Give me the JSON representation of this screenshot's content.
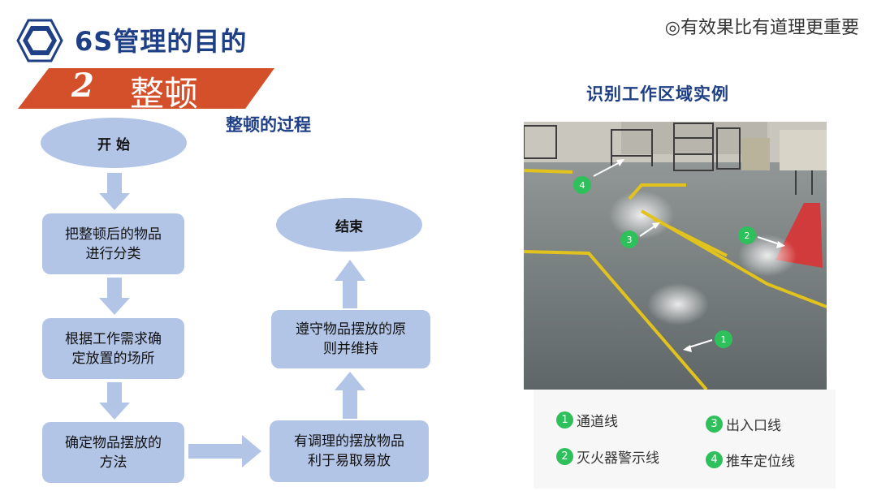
{
  "header": {
    "title": "6S管理的目的",
    "motto": "◎有效果比有道理更重要",
    "section_number": "2",
    "section_label": "整顿"
  },
  "flow": {
    "title": "整顿的过程",
    "start": "开 始",
    "step1": [
      "把整顿后的物品",
      "进行分类"
    ],
    "step2": [
      "根据工作需求确",
      "定放置的场所"
    ],
    "step3": [
      "确定物品摆放的",
      "方法"
    ],
    "step4": [
      "有调理的摆放物品",
      "利于易取易放"
    ],
    "step5": [
      "遵守物品摆放的原",
      "则并维持"
    ],
    "end": "结束"
  },
  "example": {
    "title": "识别工作区域实例",
    "markers": [
      "1",
      "2",
      "3",
      "4"
    ],
    "legend": [
      {
        "num": "1",
        "label": "通道线"
      },
      {
        "num": "3",
        "label": "出入口线"
      },
      {
        "num": "2",
        "label": "灭火器警示线"
      },
      {
        "num": "4",
        "label": "推车定位线"
      }
    ]
  },
  "colors": {
    "title_blue": "#1f3f86",
    "banner_orange": "#d4502a",
    "box_blue": "#b3c5e7",
    "marker_green": "#2ec05a",
    "floor_line_yellow": "#e2c21c"
  }
}
